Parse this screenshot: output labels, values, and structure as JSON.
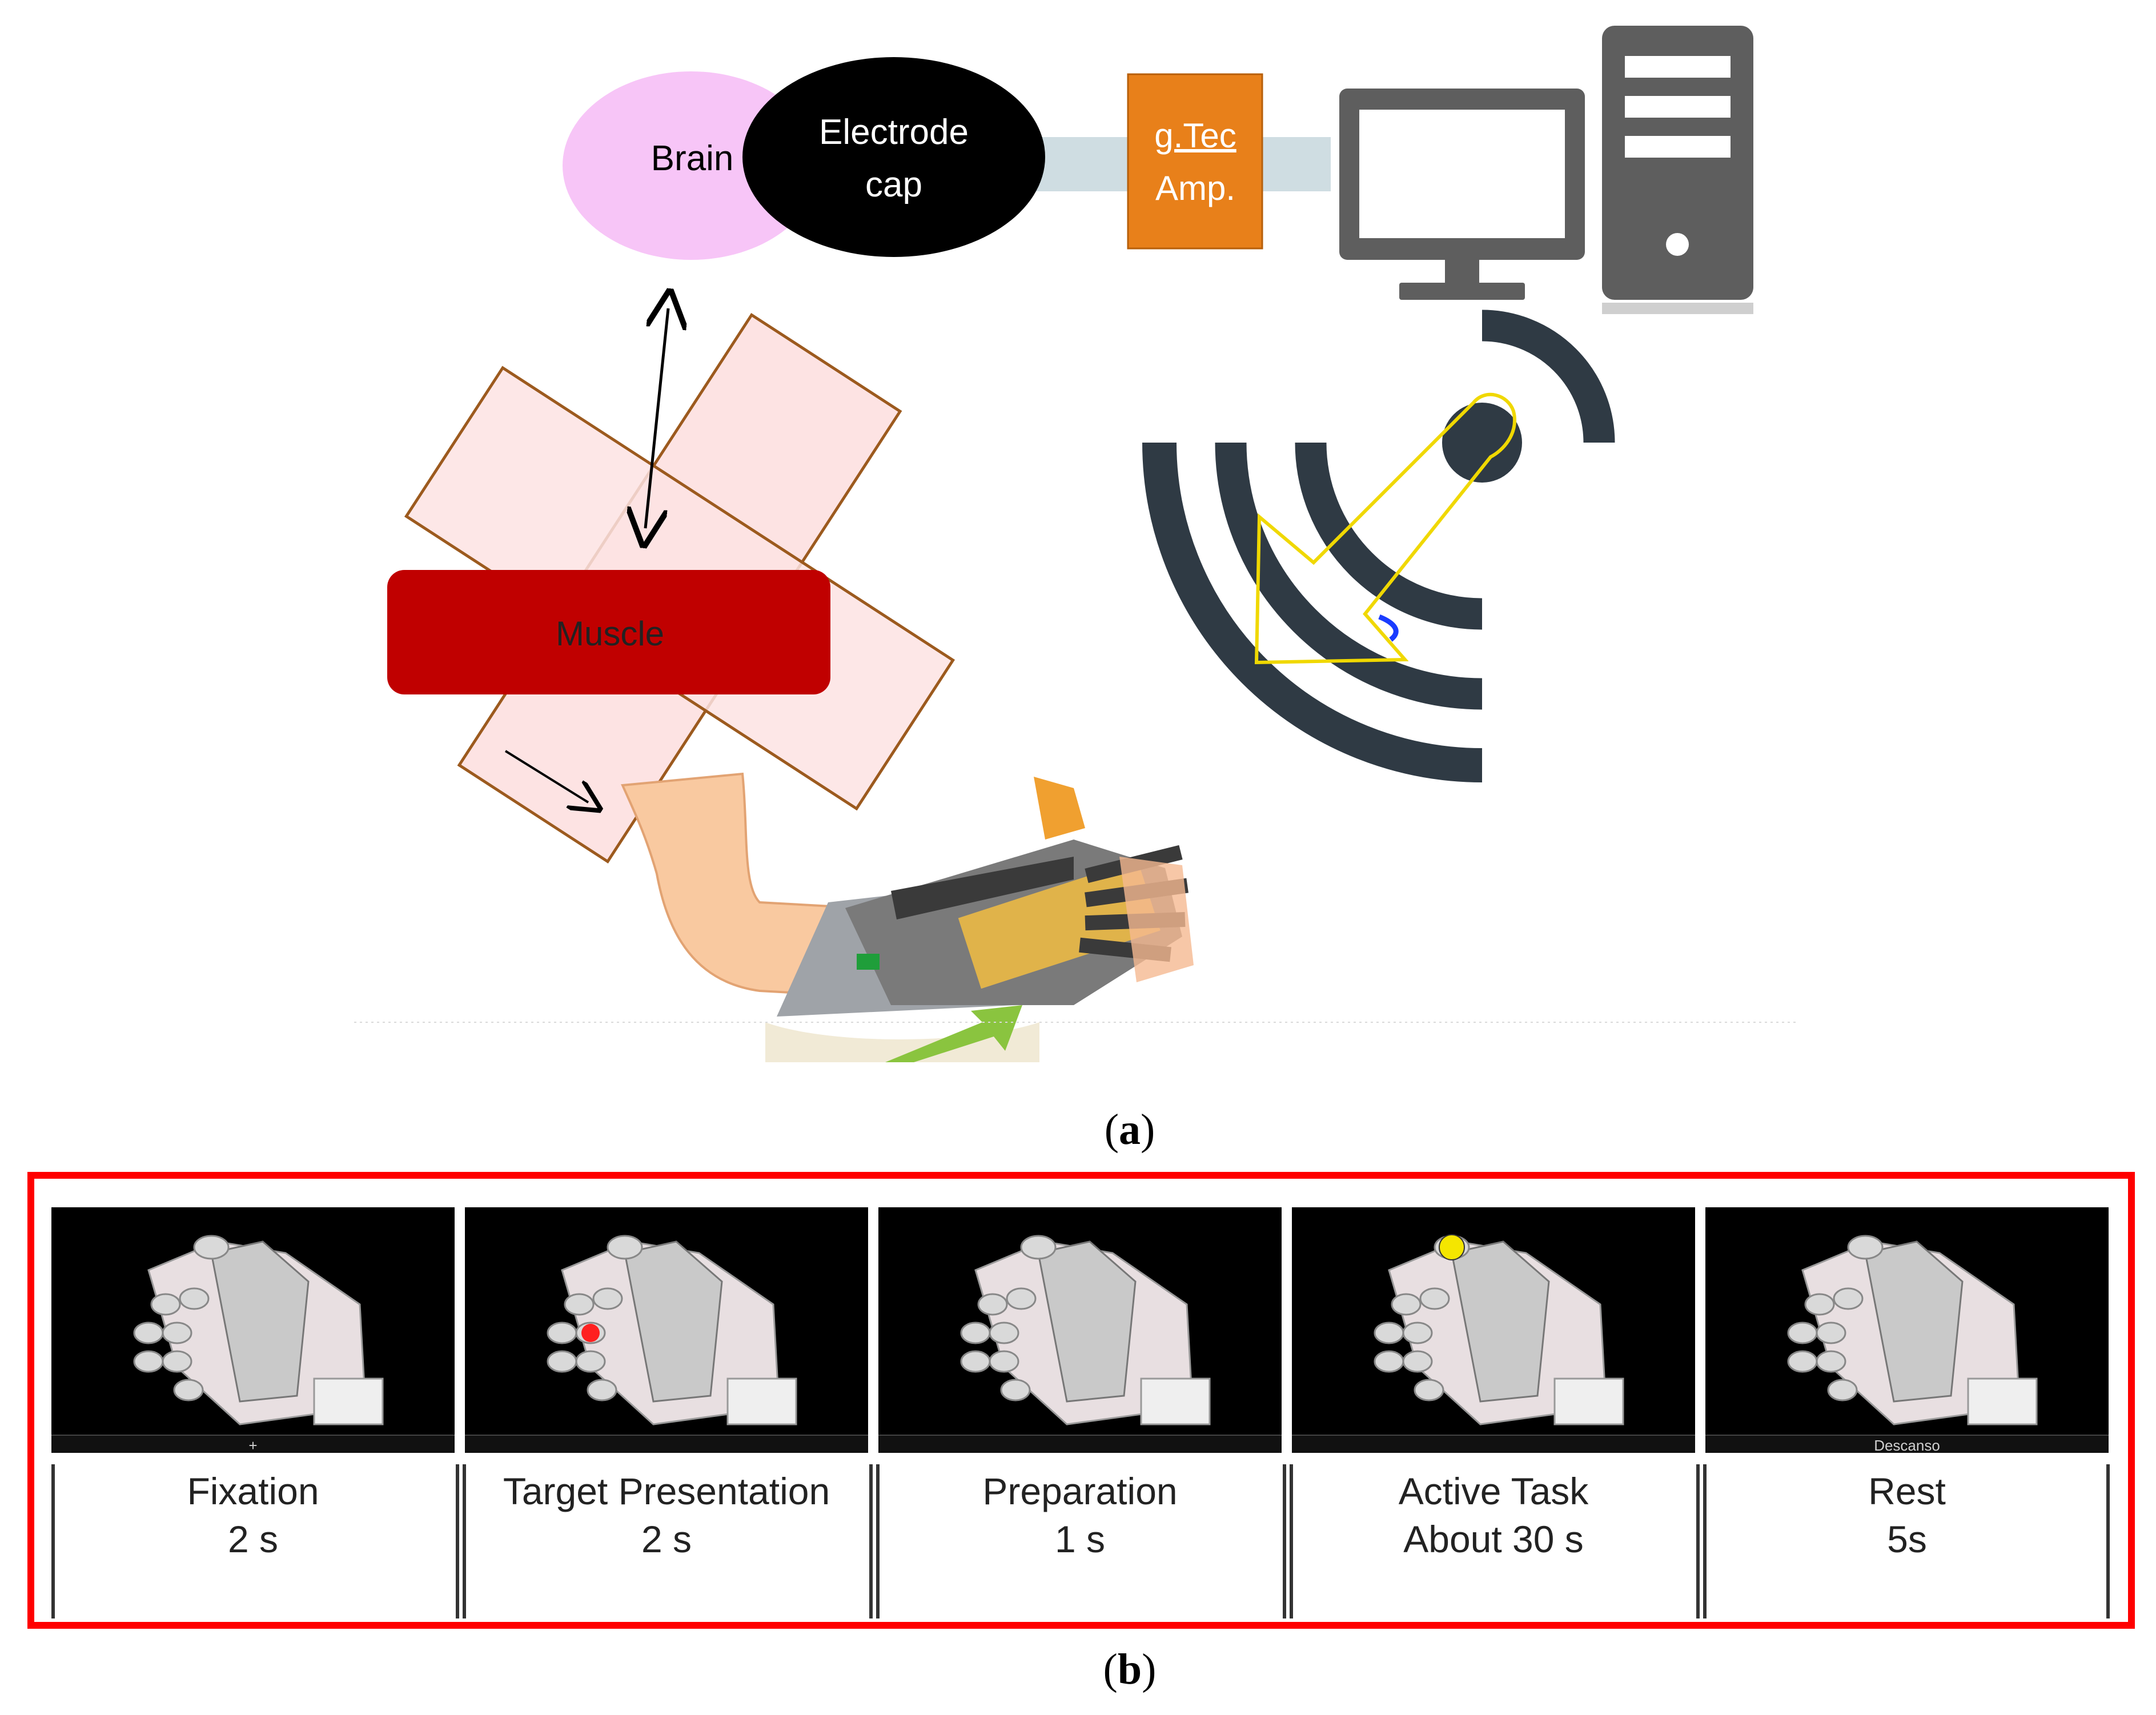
{
  "panel_a": {
    "label_paren_open": "(",
    "label_letter": "a",
    "label_paren_close": ")",
    "brain_label": "Brain",
    "cap_label_line1": "Electrode",
    "cap_label_line2": "cap",
    "amp_label_line1": "g.Tec",
    "amp_label_line2": "Amp.",
    "muscle_label": "Muscle",
    "colors": {
      "brain": "#f7c5f7",
      "cap": "#000000",
      "amp": "#e8801a",
      "connector": "#cfdde2",
      "computer": "#5e5e5e",
      "muscle": "#c00000",
      "cross_fill": "#fde3e3",
      "cross_stroke": "#9c5a1e",
      "wifi": "#2f3a44",
      "hand_outline": "#f0d800"
    }
  },
  "panel_b": {
    "label_paren_open": "(",
    "label_letter": "b",
    "label_paren_close": ")",
    "border_color": "#ff0000",
    "phases": [
      {
        "line1": "Fixation",
        "line2": "2 s",
        "bar_text": "+"
      },
      {
        "line1": "Target Presentation",
        "line2": "2 s",
        "bar_text": ""
      },
      {
        "line1": "Preparation",
        "line2": "1 s",
        "bar_text": ""
      },
      {
        "line1": "Active Task",
        "line2": "About 30 s",
        "bar_text": ""
      },
      {
        "line1": "Rest",
        "line2": "5s",
        "bar_text": "Descanso"
      }
    ]
  }
}
